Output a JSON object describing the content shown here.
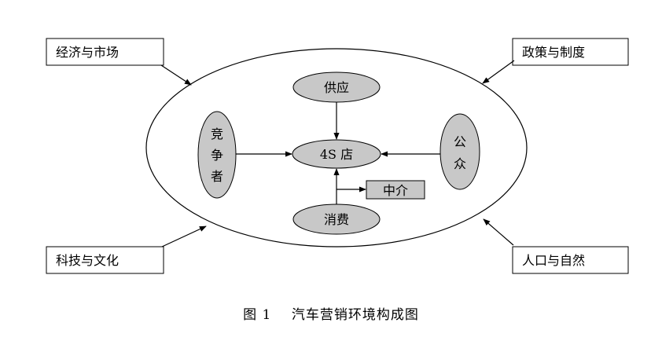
{
  "factors": {
    "economy_market": "经济与市场",
    "policy_system": "政策与制度",
    "technology_culture": "科技与文化",
    "population_nature": "人口与自然"
  },
  "nodes": {
    "supply": "供应",
    "center": "4S 店",
    "competitor": [
      "竞",
      "争",
      "者"
    ],
    "public": [
      "公",
      "众"
    ],
    "consumer": "消费",
    "intermediary": "中介"
  },
  "caption": "图 1    汽车营销环境构成图"
}
